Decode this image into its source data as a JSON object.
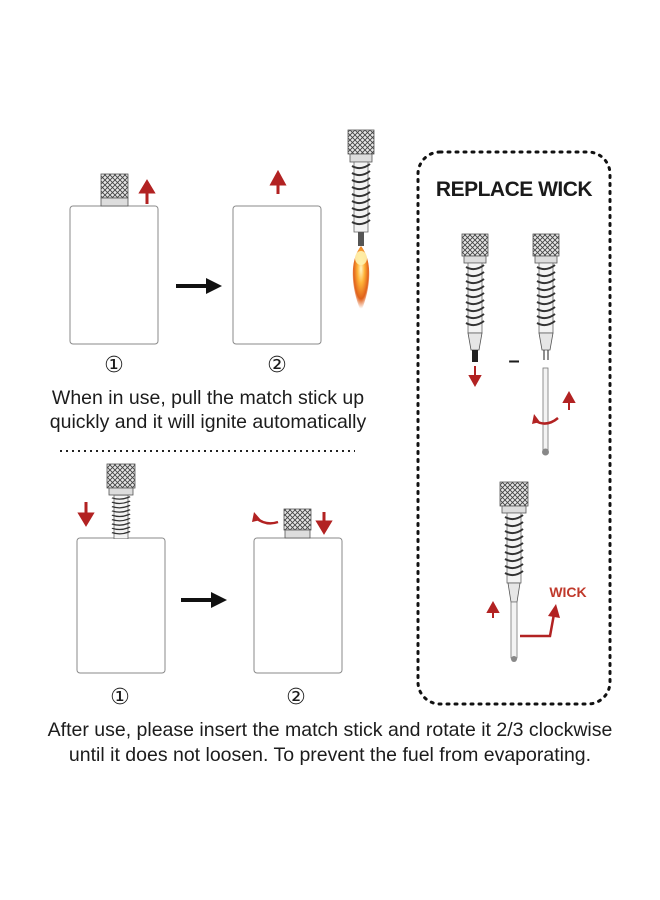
{
  "top": {
    "step1_number": "①",
    "step2_number": "②",
    "caption_line1": "When in use, pull the match stick up",
    "caption_line2": "quickly and it will ignite automatically"
  },
  "bottom": {
    "step1_number": "①",
    "step2_number": "②",
    "caption_line1": "After use, please insert the match stick and rotate it 2/3 clockwise",
    "caption_line2": "until it does not loosen. To prevent the fuel from evaporating."
  },
  "replace_wick": {
    "title": "REPLACE WICK",
    "separator": "–",
    "wick_label": "WICK"
  },
  "colors": {
    "arrow_red": "#b22222",
    "outline": "#8a8a8a",
    "black_arrow": "#111111"
  }
}
